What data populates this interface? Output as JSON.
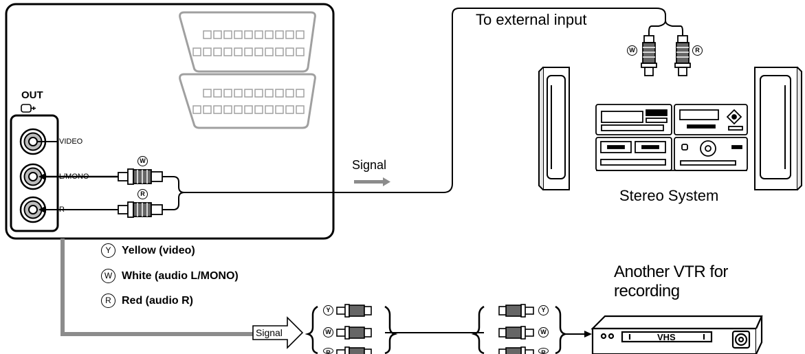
{
  "panel": {
    "out_label": "OUT",
    "jack_video": "VIDEO",
    "jack_lmono": "L/MONO",
    "jack_r": "R"
  },
  "stereo": {
    "external_input": "To external input",
    "name": "Stereo System",
    "plug_w": "W",
    "plug_r": "R"
  },
  "cable": {
    "plug_w": "W",
    "plug_r": "R"
  },
  "signal_top": "Signal",
  "signal_bottom": "Signal",
  "legend": [
    {
      "letter": "Y",
      "text": "Yellow (video)"
    },
    {
      "letter": "W",
      "text": "White (audio L/MONO)"
    },
    {
      "letter": "R",
      "text": "Red (audio R)"
    }
  ],
  "vtr": {
    "title_line1": "Another VTR for",
    "title_line2": "recording",
    "vhs": "VHS",
    "left_plugs": [
      "Y",
      "W",
      "R"
    ],
    "right_plugs": [
      "Y",
      "W",
      "R"
    ]
  },
  "colors": {
    "line": "#000000",
    "gray": "#8c8c8c",
    "scart": "#a0a0a0"
  }
}
